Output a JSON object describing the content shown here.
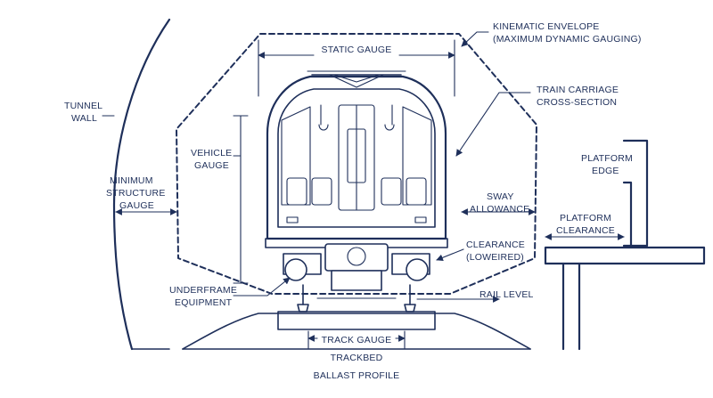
{
  "diagram": {
    "colors": {
      "ink": "#1e2f5a",
      "background": "#ffffff"
    },
    "labels": {
      "kinematic_1": "KINEMATIC ENVELOPE",
      "kinematic_2": "(MAXIMUM DYNAMIC GAUGING)",
      "static_gauge": "STATIC GAUGE",
      "tunnel_1": "TUNNEL",
      "tunnel_2": "WALL",
      "carriage_1": "TRAIN CARRIAGE",
      "carriage_2": "CROSS-SECTION",
      "vehicle_1": "VEHICLE",
      "vehicle_2": "GAUGE",
      "platform_edge_1": "PLATFORM",
      "platform_edge_2": "EDGE",
      "min_1": "MINIMUM",
      "min_2": "STRUCTURE",
      "min_3": "GAUGE",
      "sway_1": "SWAY",
      "sway_2": "ALLOWANCE",
      "plat_clear_1": "PLATFORM",
      "plat_clear_2": "CLEARANCE",
      "clearance_1": "CLEARANCE",
      "clearance_2": "(LOWEIRED)",
      "underframe_1": "UNDERFRAME",
      "underframe_2": "EQUIPMENT",
      "rail_level": "RAIL LEVEL",
      "track_gauge": "TRACK GAUGE",
      "trackbed": "TRACKBED",
      "ballast": "BALLAST PROFILE"
    }
  }
}
